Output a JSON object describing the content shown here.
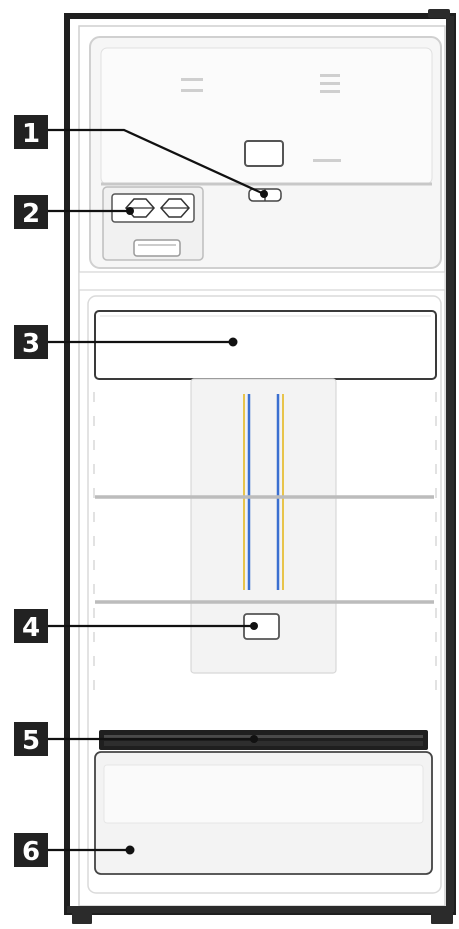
{
  "callouts": [
    {
      "number": "1"
    },
    {
      "number": "2"
    },
    {
      "number": "3"
    },
    {
      "number": "4"
    },
    {
      "number": "5"
    },
    {
      "number": "6"
    }
  ],
  "colors": {
    "outline": "#1f1f1f",
    "callout_bg": "#222222",
    "callout_text": "#ffffff",
    "panel_fill": "#f6f6f6",
    "blue_stripe": "#3a6fd0",
    "yellow_stripe": "#e8c44a",
    "shelf": "#c8c8c8"
  }
}
